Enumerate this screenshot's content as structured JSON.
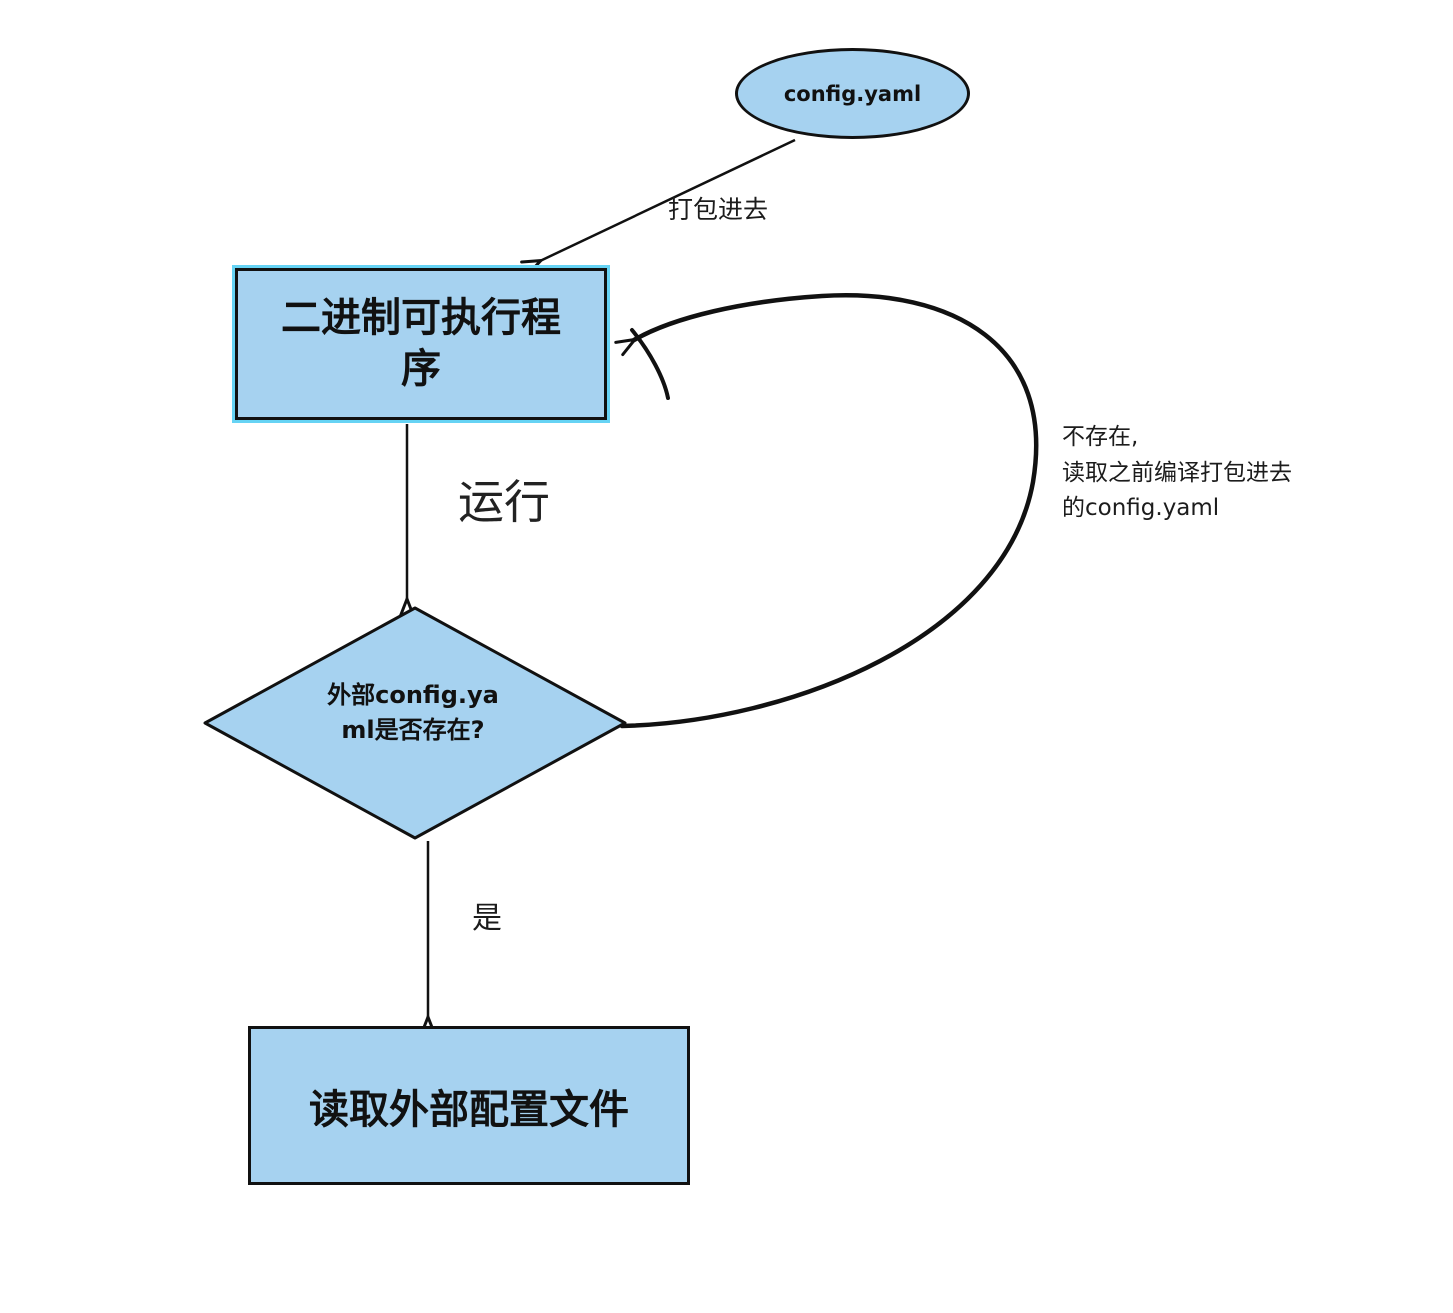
{
  "diagram": {
    "nodes": {
      "config_yaml": {
        "label": "config.yaml",
        "shape": "ellipse"
      },
      "binary_program": {
        "label": "二进制可执行程序",
        "shape": "rectangle",
        "selected": true
      },
      "config_exists": {
        "label": "外部config.yaml是否存在?",
        "shape": "diamond"
      },
      "read_external": {
        "label": "读取外部配置文件",
        "shape": "rectangle"
      }
    },
    "edge_labels": {
      "pack_in": "打包进去",
      "run": "运行",
      "yes": "是",
      "not_exist": {
        "line1": "不存在,",
        "line2": "读取之前编译打包进去",
        "line3": "的config.yaml"
      }
    },
    "colors": {
      "node_fill": "#a6d2f0",
      "node_border": "#111111",
      "selected_highlight": "#66d3f4",
      "arrow": "#111111",
      "background": "#ffffff"
    }
  }
}
